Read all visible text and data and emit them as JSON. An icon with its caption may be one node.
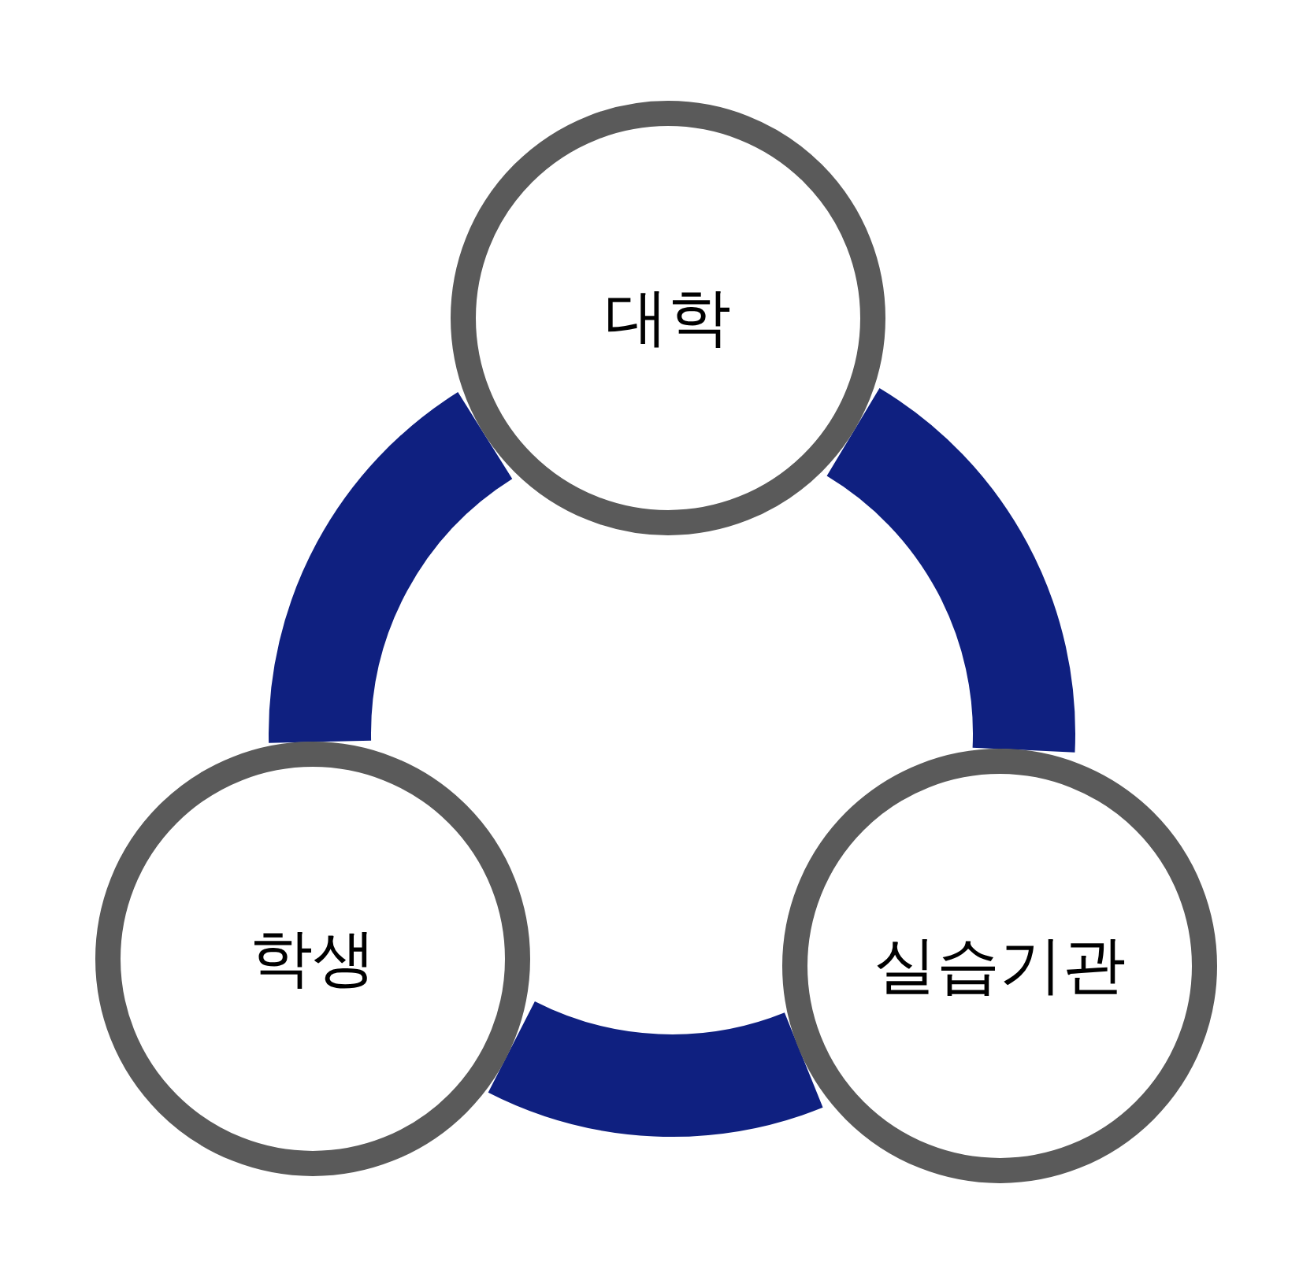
{
  "diagram": {
    "nodes": [
      {
        "text": [
          "대학"
        ]
      },
      {
        "text": [
          "학생"
        ]
      },
      {
        "text": [
          "실습기관"
        ]
      }
    ],
    "edges": [
      {
        "from": 0,
        "to": 1,
        "arrow": "none"
      },
      {
        "from": 1,
        "to": 2,
        "arrow": "none"
      },
      {
        "from": 2,
        "to": 0,
        "arrow": "none"
      }
    ]
  }
}
